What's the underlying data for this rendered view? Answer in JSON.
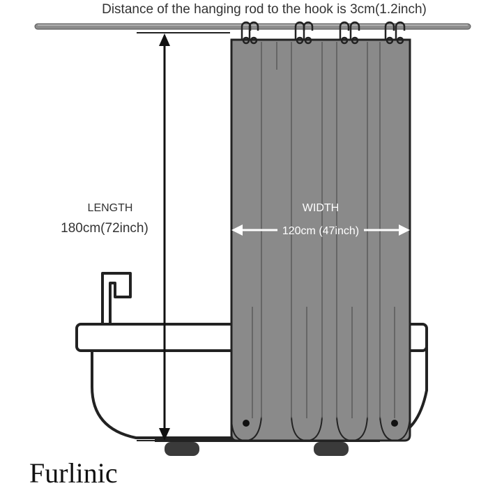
{
  "header": {
    "rod_note": "Distance of the hanging rod to the hook is 3cm(1.2inch)"
  },
  "dimensions": {
    "length_label": "LENGTH",
    "length_value": "180cm(72inch)",
    "width_label": "WIDTH",
    "width_value": "120cm (47inch)"
  },
  "brand": {
    "name": "Furlinic"
  },
  "colors": {
    "curtain_fill": "#8a8a8a",
    "outline": "#222222",
    "rod": "#8c8c8c",
    "tub_fill": "#ffffff"
  }
}
